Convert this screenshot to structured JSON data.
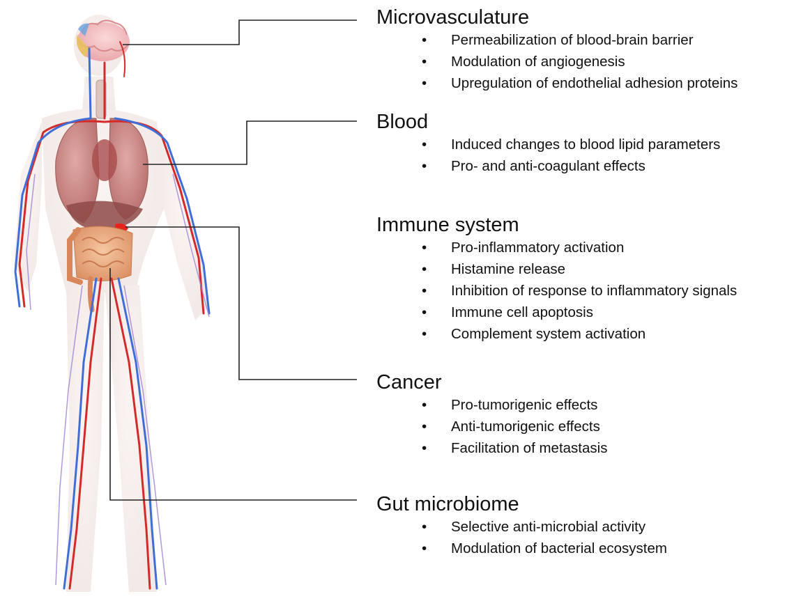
{
  "sections": [
    {
      "title": "Microvasculature",
      "items": [
        "Permeabilization of blood-brain barrier",
        "Modulation of angiogenesis",
        "Upregulation of endothelial adhesion proteins"
      ]
    },
    {
      "title": "Blood",
      "items": [
        "Induced changes to blood lipid parameters",
        "Pro- and anti-coagulant effects"
      ]
    },
    {
      "title": "Immune system",
      "items": [
        "Pro-inflammatory activation",
        "Histamine release",
        "Inhibition of response to inflammatory signals",
        "Immune cell apoptosis",
        "Complement system activation"
      ]
    },
    {
      "title": "Cancer",
      "items": [
        "Pro-tumorigenic effects",
        "Anti-tumorigenic effects",
        "Facilitation of metastasis"
      ]
    },
    {
      "title": "Gut microbiome",
      "items": [
        "Selective anti-microbial activity",
        "Modulation of bacterial ecosystem"
      ]
    }
  ],
  "bullet_symbol": "•",
  "colors": {
    "artery": "#d42a2a",
    "vein": "#3f6fd6",
    "organ": "#c98a86",
    "intestine": "#e9a87c",
    "leader_line": "#222222"
  }
}
